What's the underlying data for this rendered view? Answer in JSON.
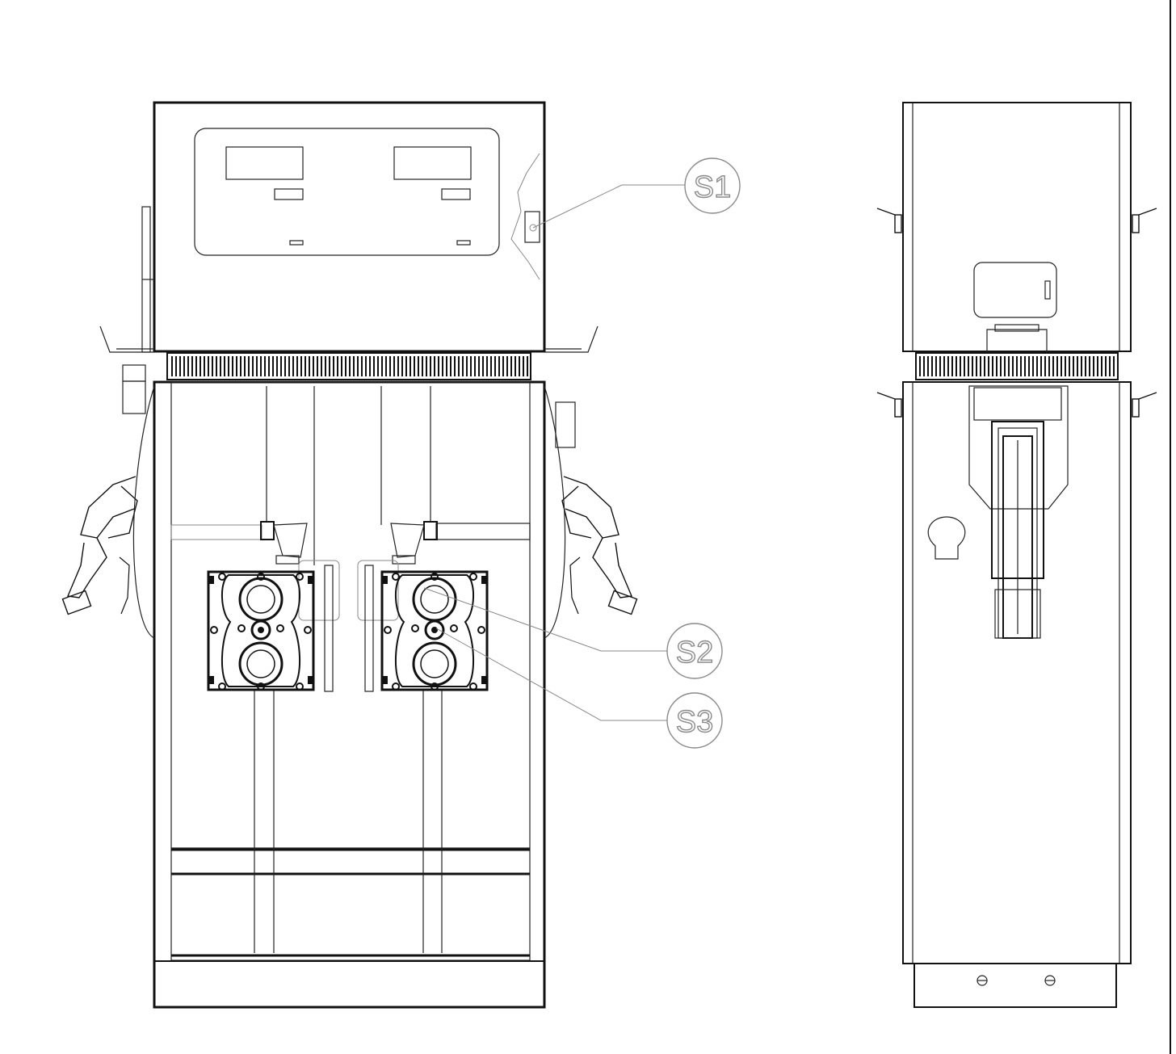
{
  "diagram": {
    "views": [
      "front",
      "side"
    ],
    "callouts": [
      {
        "id": "s1",
        "label": "S1"
      },
      {
        "id": "s2",
        "label": "S2"
      },
      {
        "id": "s3",
        "label": "S3"
      }
    ]
  }
}
